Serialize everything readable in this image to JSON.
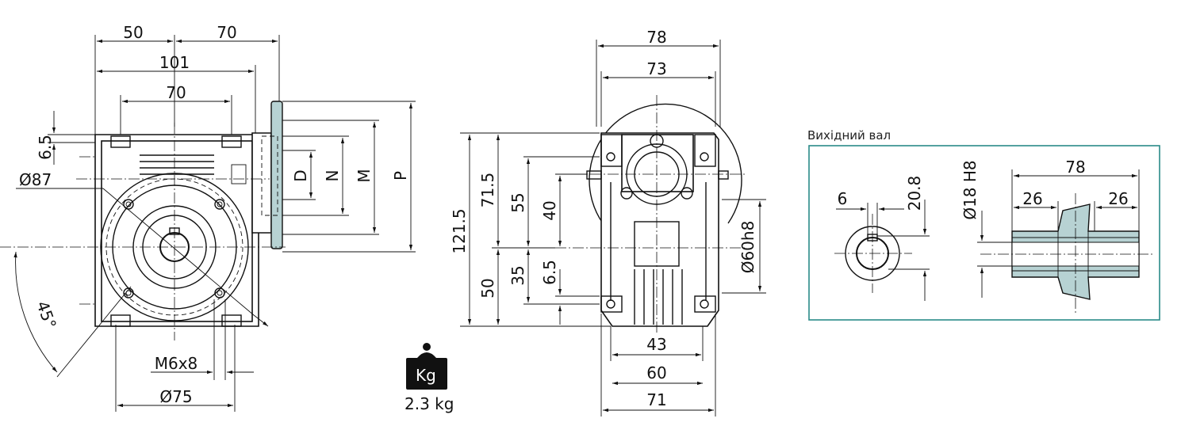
{
  "left_view": {
    "dims": {
      "top_50": "50",
      "top_70": "70",
      "width_101": "101",
      "holes_70": "70",
      "dia_87": "Ø87",
      "offset_6_5": "6.5",
      "D": "D",
      "N": "N",
      "M": "M",
      "P": "P",
      "angle_45": "45°",
      "thread": "M6x8",
      "dia_75": "Ø75"
    }
  },
  "weight": {
    "icon_label": "Kg",
    "value": "2.3 kg"
  },
  "center_view": {
    "dims": {
      "top_78": "78",
      "top_73": "73",
      "h_121_5": "121.5",
      "h_71_5": "71.5",
      "h_50": "50",
      "h_55": "55",
      "h_35": "35",
      "h_40": "40",
      "h_6_5": "6.5",
      "dia_60h8": "Ø60h8",
      "bot_43": "43",
      "bot_60": "60",
      "bot_71": "71"
    }
  },
  "output_shaft": {
    "title": "Вихідний вал",
    "dims": {
      "key_6": "6",
      "key_20_8": "20.8",
      "bore": "Ø18 H8",
      "len_78": "78",
      "len_26_left": "26",
      "len_26_right": "26"
    }
  },
  "colors": {
    "accent_fill": "#b7d2d3",
    "frame_border": "#2a8a88"
  }
}
